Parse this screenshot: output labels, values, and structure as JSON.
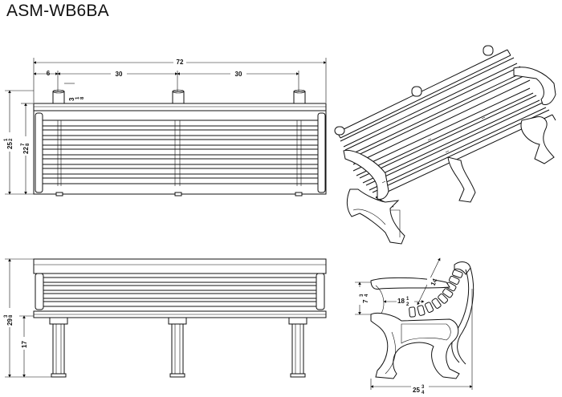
{
  "title": "ASM-WB6BA",
  "top_view": {
    "overall_length": "72",
    "post_offset": "6",
    "post_spacing_1": "30",
    "post_spacing_2": "30",
    "post_size": {
      "whole": "3",
      "num": "1",
      "den": "8"
    },
    "overall_depth": {
      "whole": "25",
      "num": "1",
      "den": "2"
    },
    "seat_depth": {
      "whole": "22",
      "num": "7",
      "den": "8"
    }
  },
  "front_view": {
    "overall_height": {
      "whole": "29",
      "num": "3",
      "den": "8"
    },
    "seat_height": "17"
  },
  "side_view": {
    "arm_height": {
      "whole": "7",
      "num": "3",
      "den": "4"
    },
    "back_height": "14",
    "seat_depth": {
      "whole": "18",
      "num": "1",
      "den": "2"
    },
    "base_depth": {
      "whole": "25",
      "num": "3",
      "den": "4"
    }
  }
}
